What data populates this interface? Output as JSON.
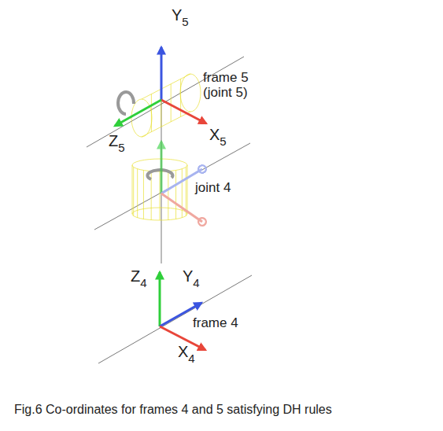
{
  "diagram": {
    "caption": "Fig.6  Co-ordinates for frames 4 and 5 satisfying DH rules",
    "labels": [
      "Y5",
      "frame 5 (joint 5)",
      "X5",
      "Z5",
      "joint 4",
      "Z4",
      "Y4",
      "frame 4",
      "X4"
    ]
  }
}
